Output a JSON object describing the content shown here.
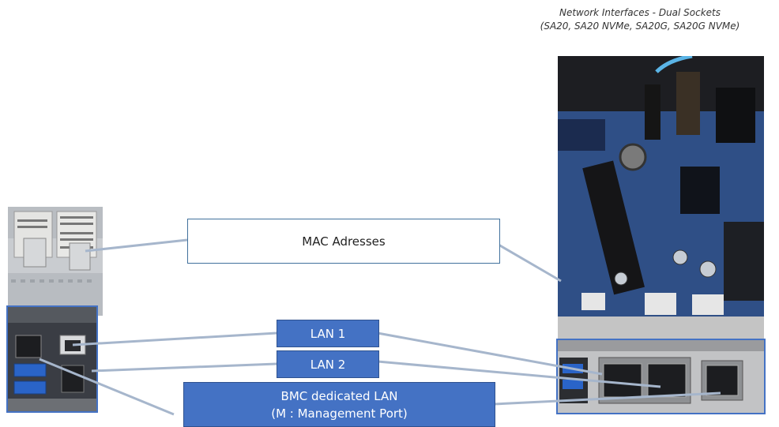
{
  "title": {
    "line1": "Network Interfaces - Dual Sockets",
    "line2": "(SA20, SA20 NVMe, SA20G, SA20G NVMe)"
  },
  "labels": {
    "mac": "MAC Adresses",
    "lan1": "LAN 1",
    "lan2": "LAN 2",
    "bmc_line1": "BMC dedicated LAN",
    "bmc_line2": "(M : Management Port)"
  },
  "colors": {
    "label_fill": "#4472c4",
    "label_border": "#2f528f",
    "connector": "#a6b6cc",
    "board": "#3d5fa0"
  }
}
